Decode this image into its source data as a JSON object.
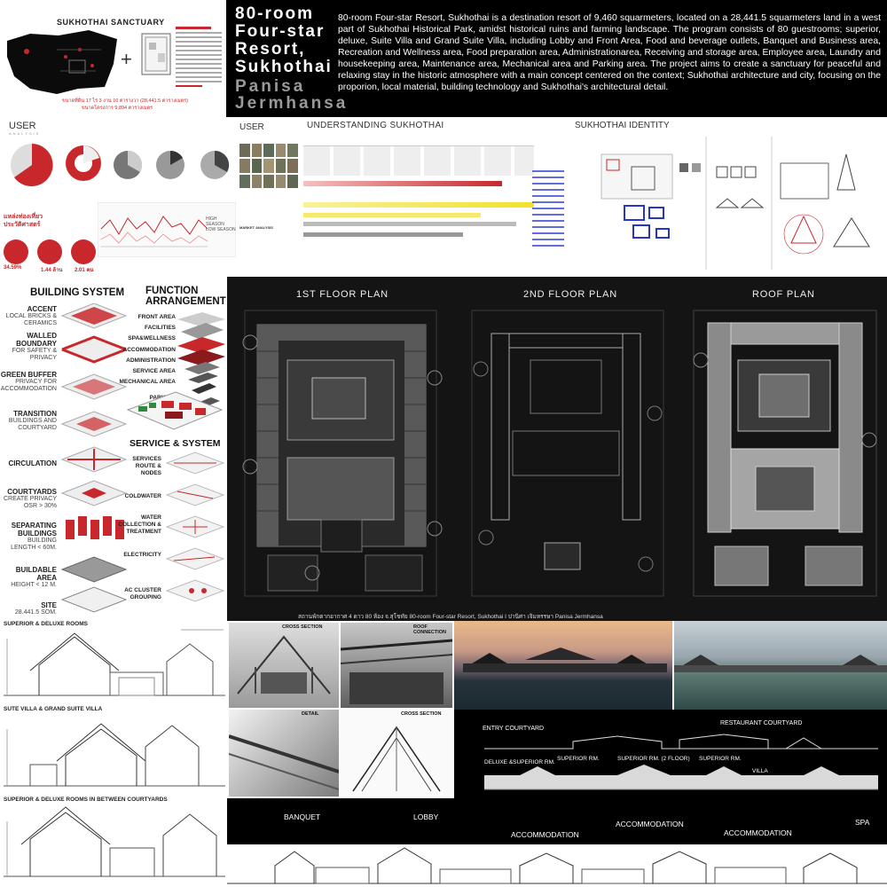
{
  "header": {
    "sanctuary_title": "SUKHOTHAI SANCTUARY",
    "site_caption_1": "ขนาดที่ดิน 17 ไร่ 3 งาน 10 ตารางวา (28,441.5 ตารางเมตร)",
    "site_caption_2": "ขนาดโครงการ 9,894 ตารางเมตร",
    "title_lines": [
      "80-room",
      "Four-star",
      "Resort,",
      "Sukhothai"
    ],
    "author_lines": [
      "Panisa",
      "Jermhansa"
    ],
    "description": "80-room Four-star Resort, Sukhothai is a destination resort of 9,460 squarmeters, located on a 28,441.5 squarmeters land in a west part of Sukhothai Historical Park, amidst historical ruins and farming landscape. The program consists of 80 guestrooms; superior, deluxe, Suite Villa and Grand Suite Villa, including Lobby and Front Area, Food and beverage outlets, Banquet and Business area, Recreation and Wellness area, Food preparation area, Administrationarea, Receiving and storage area, Employee area, Laundry and housekeeping area, Maintenance area, Mechanical area and Parking area. The project aims to create a sanctuary for peaceful and relaxing stay in the historic atmosphere with a main concept centered on the context; Sukhothai architecture and city, focusing on the proporion, local material, building technology and Sukhothai's architectural detail."
  },
  "research": {
    "user_title": "USER",
    "user_sub": "ANALYSIS",
    "stats": [
      "34.59%",
      "1.44 ล้าน",
      "2.01 คน"
    ],
    "thai_heading": "แหล่งท่องเที่ยว ประวัติศาสตร์",
    "high_season": "HIGH SEASON",
    "low_season": "LOW SEASON",
    "user2_title": "USER",
    "understanding_title": "UNDERSTANDING SUKHOTHAI",
    "identity_title": "SUKHOTHAI IDENTITY",
    "market_analysis": "MARKET ANALYSIS"
  },
  "building_system": {
    "title": "BUILDING SYSTEM",
    "items": [
      {
        "label": "ACCENT",
        "sub": "LOCAL BRICKS & CERAMICS"
      },
      {
        "label": "WALLED BOUNDARY",
        "sub": "FOR SAFETY & PRIVACY"
      },
      {
        "label": "GREEN BUFFER",
        "sub": "PRIVACY FOR ACCOMMODATION"
      },
      {
        "label": "TRANSITION",
        "sub": "BUILDINGS AND COURTYARD"
      },
      {
        "label": "CIRCULATION",
        "sub": ""
      },
      {
        "label": "COURTYARDS",
        "sub": "CREATE PRIVACY OSR > 30%"
      },
      {
        "label": "SEPARATING BUILDINGS",
        "sub": "BUILDING LENGTH < 60M."
      },
      {
        "label": "BUILDABLE AREA",
        "sub": "HEIGHT < 12 M."
      },
      {
        "label": "SITE",
        "sub": "28,441.5 SQM."
      }
    ]
  },
  "function_arrangement": {
    "title": "FUNCTION ARRANGEMENT",
    "items": [
      "FRONT AREA",
      "FACILITIES",
      "SPA&WELLNESS",
      "ACCOMMODATION",
      "ADMINISTRATION",
      "SERVICE AREA",
      "MECHANICAL AREA",
      "PARKING"
    ]
  },
  "service_system": {
    "title": "SERVICE & SYSTEM",
    "items": [
      "SERVICES ROUTE & NODES",
      "COLDWATER",
      "WATER COLLECTION & TREATMENT",
      "ELECTRICITY",
      "AC CLUSTER GROUPING"
    ]
  },
  "plans": {
    "first": "1ST FLOOR PLAN",
    "second": "2ND FLOOR PLAN",
    "roof": "ROOF PLAN",
    "caption": "สถานพักตากอากาศ 4 ดาว 80 ห้อง จ.สุโขทัย 80-room Four-star Resort, Sukhothai  I  ปานิศา เจิมหรรษา Panisa Jermhansa"
  },
  "sections": {
    "superior_deluxe": "SUPERIOR & DELUXE ROOMS",
    "suite_villa": "SUTE VILLA & GRAND SUITE VILLA",
    "between_courtyards": "SUPERIOR & DELUXE ROOMS in between courtyards",
    "cross_section": "CROSS SECTION",
    "roof_connection": "ROOF CONNECTION",
    "detail": "DETAIL",
    "cross_section_2": "CROSS SECTION"
  },
  "elevations": {
    "entry_courtyard": "ENTRY COURTYARD",
    "restaurant_courtyard": "RESTAURANT COURTYARD",
    "deluxe_superior": "DELUXE &SUPERIOR RM.",
    "superior_rm": "SUPERIOR RM.",
    "superior_2floor": "SUPERIOR RM. (2 FLOOR)",
    "superior_rm_2": "SUPERIOR RM.",
    "villa": "VILLA",
    "banquet": "BANQUET",
    "lobby": "LOBBY",
    "accommodation_1": "ACCOMMODATION",
    "accommodation_2": "ACCOMMODATION",
    "accommodation_3": "ACCOMMODATION",
    "spa": "SPA"
  },
  "colors": {
    "accent_red": "#c8282b",
    "black": "#000000",
    "plan_bg": "#141414"
  }
}
